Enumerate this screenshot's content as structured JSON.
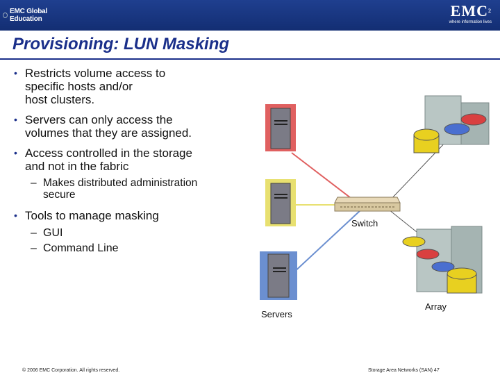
{
  "header": {
    "org_text": "EMC Global Education",
    "brand": "EMC",
    "brand_superscript": "2",
    "tagline": "where information lives"
  },
  "title": "Provisioning: LUN Masking",
  "bullets": [
    {
      "level": 1,
      "lines": [
        "Restricts volume access to",
        "specific hosts and/or",
        "host clusters."
      ]
    },
    {
      "level": 1,
      "lines": [
        "Servers can only access the",
        "volumes that they are assigned."
      ]
    },
    {
      "level": 1,
      "lines": [
        "Access controlled in the storage",
        "and not in the fabric"
      ]
    },
    {
      "level": 2,
      "lines": [
        "Makes distributed administration",
        "secure"
      ]
    },
    {
      "level": 1,
      "lines": [
        "Tools to manage masking"
      ]
    },
    {
      "level": 2,
      "lines": [
        "GUI"
      ]
    },
    {
      "level": 2,
      "lines": [
        "Command Line"
      ]
    }
  ],
  "diagram": {
    "switch_label": "Switch",
    "servers_label": "Servers",
    "array_label": "Array",
    "colors": {
      "server_red": "#e06060",
      "server_yellow": "#e8e070",
      "server_blue": "#6b8fd0",
      "link_red": "#e06060",
      "link_yellow": "#e8e070",
      "link_blue": "#6b8fd0",
      "disk_red": "#d94040",
      "disk_yellow": "#e8d020",
      "disk_blue": "#4a6fd0"
    }
  },
  "footer": {
    "copyright": "© 2006 EMC Corporation. All rights reserved.",
    "page_ref": "Storage Area Networks (SAN) 47"
  }
}
